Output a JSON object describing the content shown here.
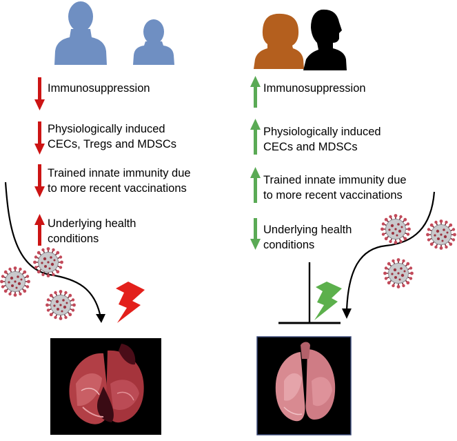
{
  "left_panel": {
    "items": [
      {
        "direction": "down",
        "lines": [
          "Immunosuppression"
        ]
      },
      {
        "direction": "down",
        "lines": [
          "Physiologically induced",
          "CECs, Tregs and MDSCs"
        ]
      },
      {
        "direction": "down",
        "lines": [
          "Trained innate immunity due",
          "to more recent vaccinations"
        ]
      },
      {
        "direction": "up",
        "lines": [
          "Underlying health",
          "conditions"
        ]
      }
    ],
    "figures": [
      "adult-silhouette",
      "child-silhouette"
    ],
    "figure_color": "#6f8fc2",
    "arrow_color": "#cc1414",
    "lung": "damaged-lung-photo"
  },
  "right_panel": {
    "items": [
      {
        "direction": "up",
        "lines": [
          "Immunosuppression"
        ]
      },
      {
        "direction": "up",
        "lines": [
          "Physiologically induced",
          "CECs and MDSCs"
        ]
      },
      {
        "direction": "up",
        "lines": [
          "Trained innate immunity due",
          "to more recent vaccinations"
        ]
      },
      {
        "direction": "down",
        "lines": [
          "Underlying health",
          "conditions"
        ]
      }
    ],
    "figures": [
      "child-silhouette-brown",
      "adult-silhouette-black"
    ],
    "figure_colors": [
      "#b45f1e",
      "#000000"
    ],
    "arrow_color": "#5aaa55",
    "lung": "healthy-lung-photo"
  },
  "icons": {
    "virus": "coronavirus-icon",
    "bolt_left": "lightning-bolt-icon",
    "bolt_right": "blocked-lightning-bolt-icon"
  },
  "colors": {
    "bolt_red": "#e3201b",
    "bolt_green": "#5cb04c",
    "virus": "#9b3340"
  }
}
